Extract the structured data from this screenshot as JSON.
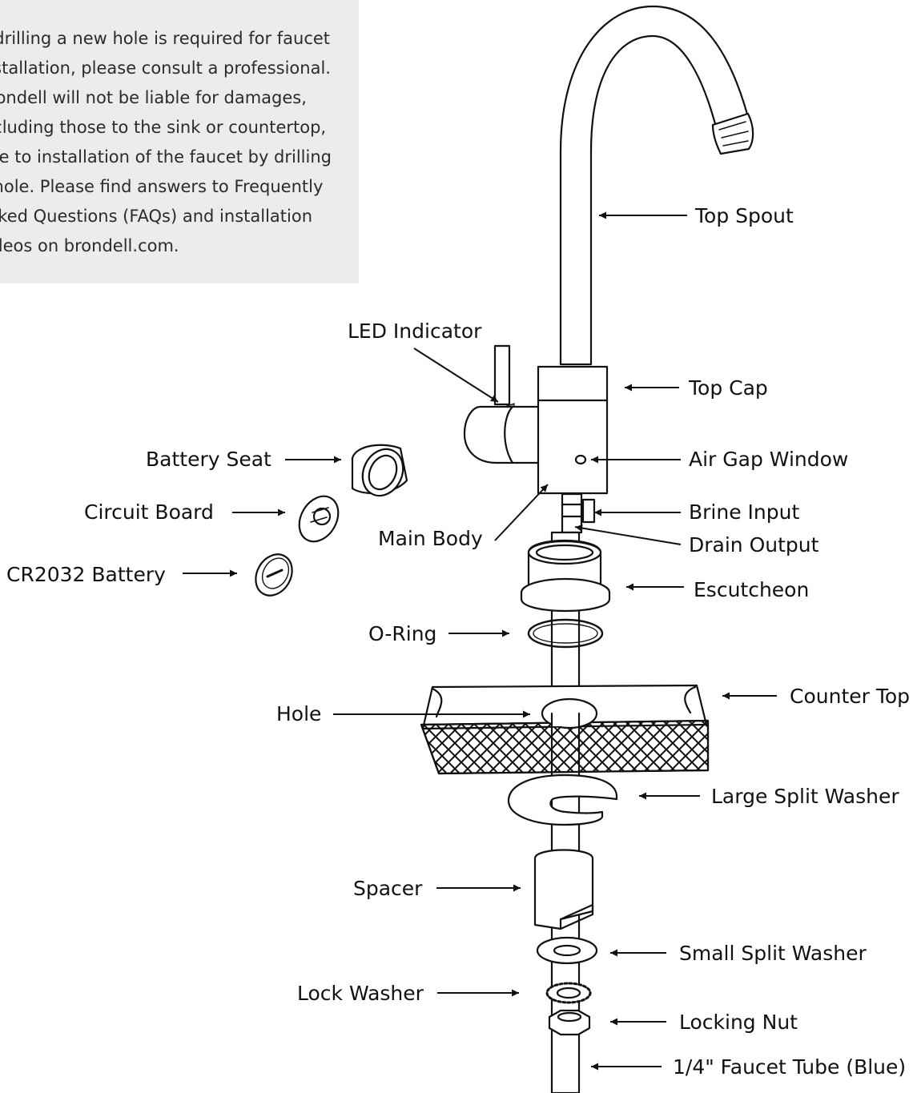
{
  "notice": {
    "text": "If drilling a new hole is required for faucet installation, please consult a professional. Brondell will not be liable for damages, including those to the sink or countertop, due to installation of the faucet by drilling a hole. Please find answers to Frequently Asked Questions (FAQs) and installation videos on brondell.com."
  },
  "labels": {
    "top_spout": "Top Spout",
    "led_indicator": "LED Indicator",
    "top_cap": "Top Cap",
    "battery_seat": "Battery Seat",
    "air_gap_window": "Air Gap Window",
    "circuit_board": "Circuit Board",
    "brine_input": "Brine Input",
    "main_body": "Main Body",
    "drain_output": "Drain Output",
    "cr2032_battery": "CR2032 Battery",
    "escutcheon": "Escutcheon",
    "o_ring": "O-Ring",
    "hole": "Hole",
    "counter_top": "Counter Top",
    "large_split_washer": "Large Split Washer",
    "spacer": "Spacer",
    "small_split_washer": "Small Split Washer",
    "lock_washer": "Lock Washer",
    "locking_nut": "Locking Nut",
    "faucet_tube": "1/4\" Faucet Tube (Blue)"
  },
  "colors": {
    "line": "#111111",
    "notice_bg": "#ececec"
  }
}
